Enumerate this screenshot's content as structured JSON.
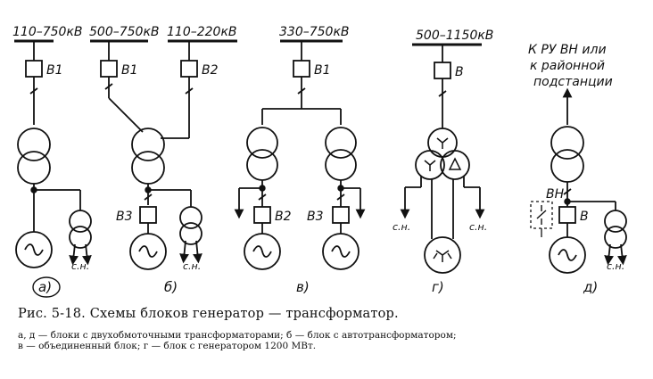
{
  "figure": {
    "caption_title": "Рис. 5-18. Схемы блоков генератор — трансформатор.",
    "caption_text_1": "а, д — блоки с двухобмоточными трансформаторами; б — блок с автотрансформатором;",
    "caption_text_2": "в — объединенный блок; г — блок с генератором 1200 МВт."
  },
  "schemes": {
    "a": {
      "voltage": "110–750кВ",
      "breaker": "В1",
      "aux": "с.н.",
      "panel_label": "а)"
    },
    "b": {
      "voltage_1": "500–750кВ",
      "voltage_2": "110–220кВ",
      "breaker_1": "В1",
      "breaker_2": "В2",
      "breaker_3": "В3",
      "aux": "с.н.",
      "panel_label": "б)"
    },
    "v": {
      "voltage": "330–750кВ",
      "breaker_1": "В1",
      "breaker_2": "В2",
      "breaker_3": "В3",
      "panel_label": "в)"
    },
    "g": {
      "voltage": "500–1150кВ",
      "breaker": "В",
      "aux_left": "с.н.",
      "aux_right": "с.н.",
      "panel_label": "г)"
    },
    "d": {
      "note_line_1": "К РУ ВН или",
      "note_line_2": "к районной",
      "note_line_3": "подстанции",
      "switch": "ВН",
      "breaker": "В",
      "aux": "с.н.",
      "panel_label": "д)"
    }
  }
}
